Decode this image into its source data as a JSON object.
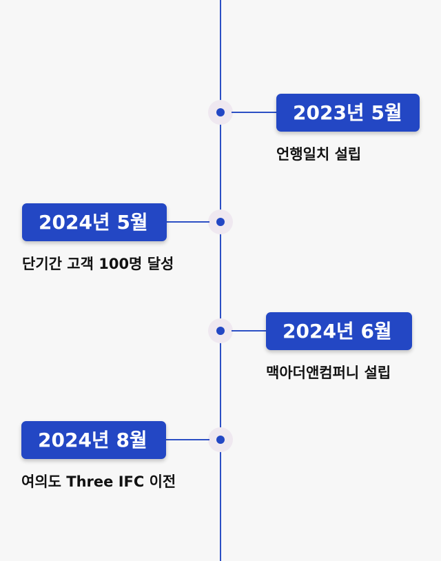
{
  "timeline": {
    "events": [
      {
        "date": "2023년 5월",
        "description": "언행일치 설립",
        "side": "right"
      },
      {
        "date": "2024년 5월",
        "description": "단기간 고객 100명 달성",
        "side": "left"
      },
      {
        "date": "2024년 6월",
        "description": "맥아더앤컴퍼니 설립",
        "side": "right"
      },
      {
        "date": "2024년 8월",
        "description": "여의도 Three IFC 이전",
        "side": "left"
      }
    ],
    "colors": {
      "accent": "#2347c4",
      "line": "#2b4fc4",
      "dot_halo": "#efe8f0",
      "background": "#f7f7f7",
      "text": "#111111"
    }
  }
}
